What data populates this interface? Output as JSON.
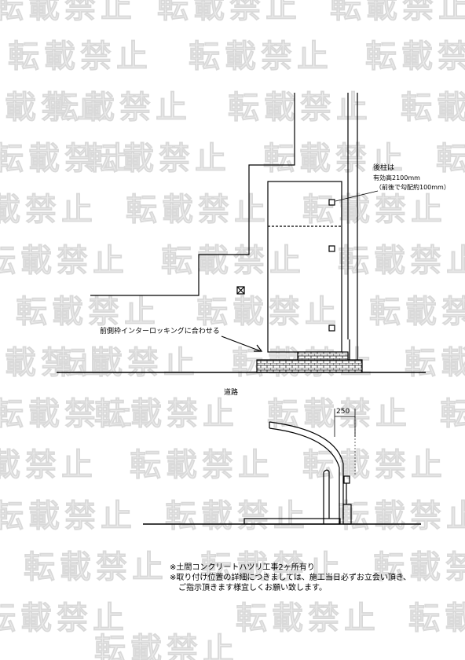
{
  "watermark": "転載禁止",
  "labels": {
    "rear_post_line1": "後柱は",
    "rear_post_line2": "有効高2100mm",
    "rear_post_line3": "（前後で勾配約100mm）",
    "interlocking": "前側枠インターロッキングに合わせる",
    "road": "道路",
    "dimension": "250"
  },
  "notes": {
    "line1": "※土間コンクリートハツリ工事2ヶ所有り",
    "line2": "※取り付け位置の詳細につきましては、施工当日必ずお立会い頂き、",
    "line3": "ご指示頂きます様宜しくお願い致します。"
  }
}
